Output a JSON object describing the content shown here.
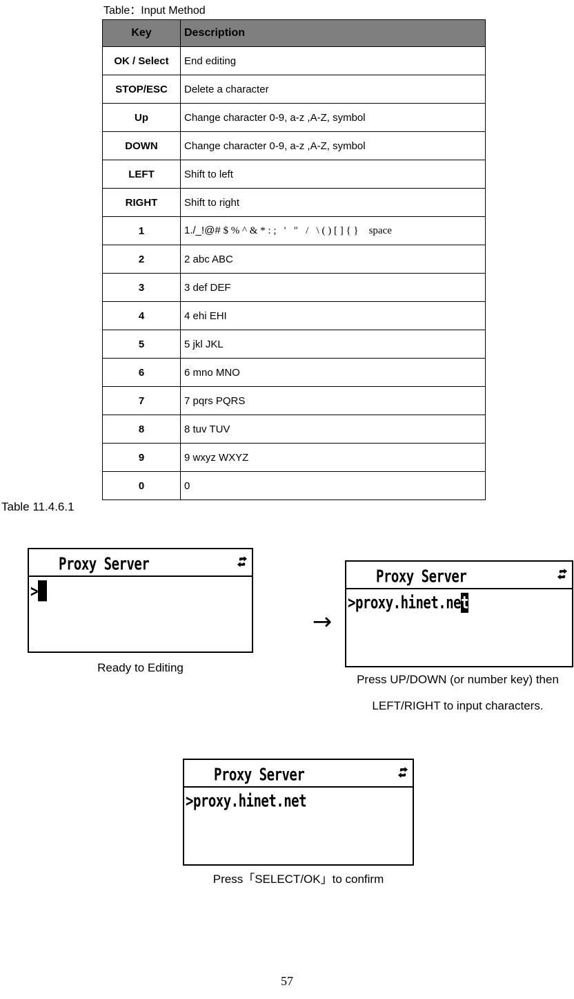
{
  "doc": {
    "table_caption": "Table：Input Method",
    "section_label": "Table 11.4.6.1",
    "page_number": "57"
  },
  "table": {
    "headers": [
      "Key",
      "Description"
    ],
    "rows": [
      {
        "key": "OK / Select",
        "desc": "End editing"
      },
      {
        "key": "STOP/ESC",
        "desc": "Delete a character"
      },
      {
        "key": "Up",
        "desc": "Change character 0-9, a-z ,A-Z, symbol"
      },
      {
        "key": "DOWN",
        "desc": "Change character 0-9, a-z ,A-Z, symbol"
      },
      {
        "key": "LEFT",
        "desc": "Shift to left"
      },
      {
        "key": "RIGHT",
        "desc": "Shift to right"
      },
      {
        "key": "1",
        "desc": "1./_!@#",
        "desc2": " $ % ^ & * : ;   '   \"   /   \\ ( ) [ ] { }    space"
      },
      {
        "key": "2",
        "desc": "2 abc ABC"
      },
      {
        "key": "3",
        "desc": "3 def DEF"
      },
      {
        "key": "4",
        "desc": "4 ehi EHI"
      },
      {
        "key": "5",
        "desc": "5 jkl JKL"
      },
      {
        "key": "6",
        "desc": "6 mno MNO"
      },
      {
        "key": "7",
        "desc": "7 pqrs PQRS"
      },
      {
        "key": "8",
        "desc": "8 tuv TUV"
      },
      {
        "key": "9",
        "desc": "9 wxyz WXYZ"
      },
      {
        "key": "0",
        "desc": "0"
      }
    ]
  },
  "screens": {
    "ready": {
      "title": "Proxy Server",
      "prompt": ">",
      "icon": "swap-arrows",
      "caption": "Ready to Editing"
    },
    "editing": {
      "title": "Proxy Server",
      "prompt": ">",
      "value": "proxy.hinet.ne",
      "cursor_char": "t",
      "icon": "swap-arrows",
      "caption_line1": "Press UP/DOWN (or number key) then",
      "caption_line2": "LEFT/RIGHT to input characters."
    },
    "confirm": {
      "title": "Proxy Server",
      "prompt": ">",
      "value": "proxy.hinet.net",
      "icon": "swap-arrows",
      "caption": "Press「SELECT/OK」to confirm"
    }
  },
  "flow": {
    "arrow": "→"
  },
  "colors": {
    "table_header_bg": "#7f7f7f",
    "lcd_fg": "#000000",
    "lcd_bg": "#ffffff"
  }
}
